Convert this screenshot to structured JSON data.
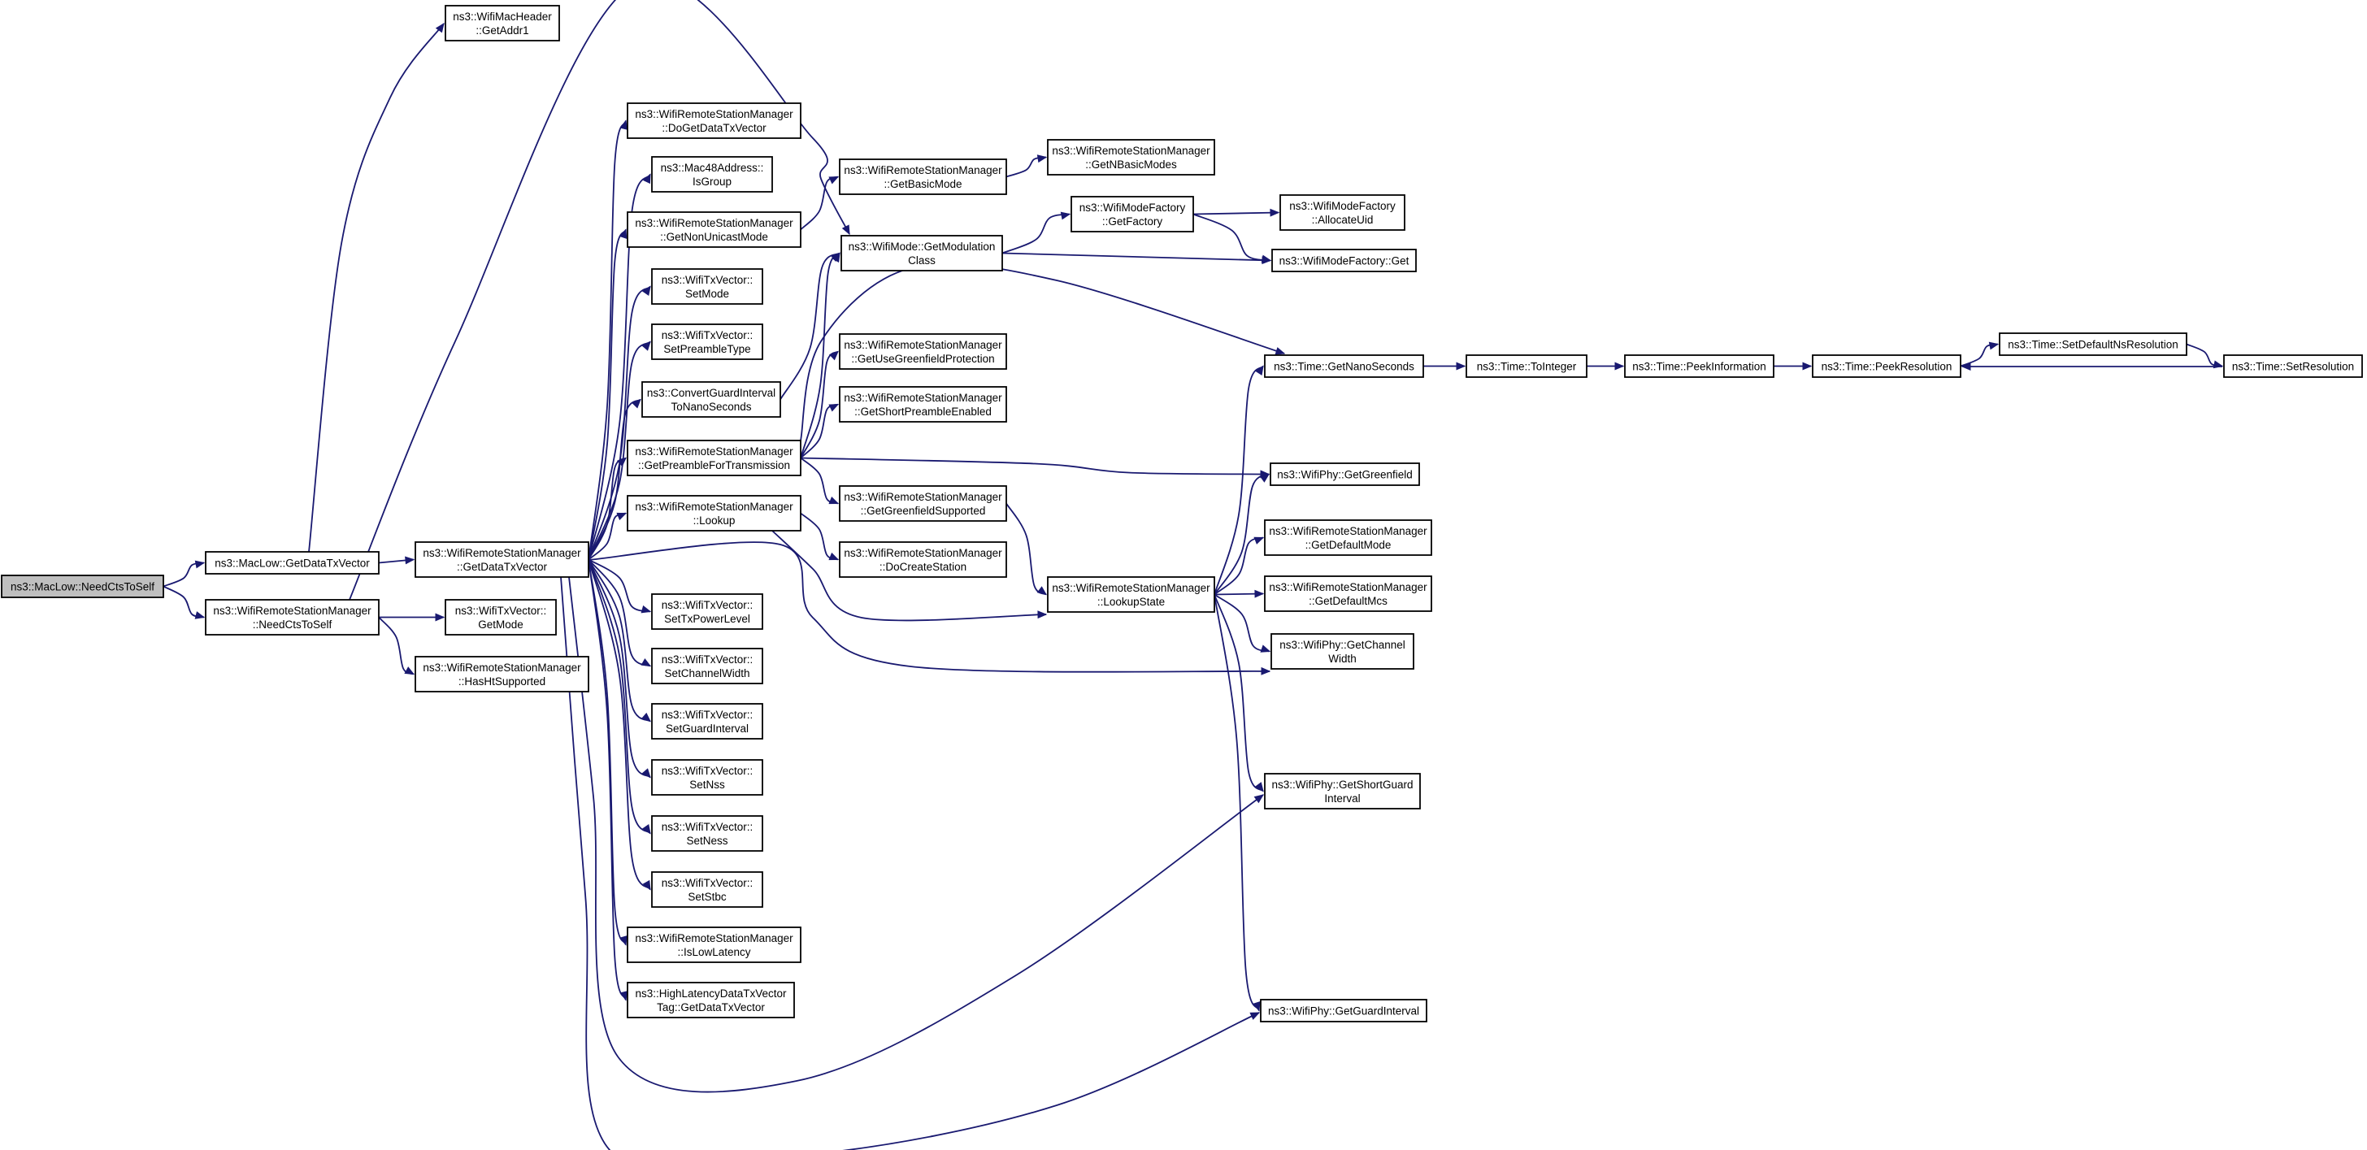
{
  "nodes": [
    {
      "id": "n0",
      "lines": [
        "ns3::MacLow::NeedCtsToSelf"
      ],
      "root": true
    },
    {
      "id": "n1",
      "lines": [
        "ns3::MacLow::GetDataTxVector"
      ]
    },
    {
      "id": "n2",
      "lines": [
        "ns3::WifiRemoteStationManager",
        "::NeedCtsToSelf"
      ]
    },
    {
      "id": "n3",
      "lines": [
        "ns3::WifiMacHeader",
        "::GetAddr1"
      ]
    },
    {
      "id": "n4",
      "lines": [
        "ns3::WifiRemoteStationManager",
        "::GetDataTxVector"
      ]
    },
    {
      "id": "n5",
      "lines": [
        "ns3::WifiTxVector::",
        "GetMode"
      ]
    },
    {
      "id": "n6",
      "lines": [
        "ns3::WifiRemoteStationManager",
        "::HasHtSupported"
      ]
    },
    {
      "id": "n7",
      "lines": [
        "ns3::WifiRemoteStationManager",
        "::DoGetDataTxVector"
      ]
    },
    {
      "id": "n8",
      "lines": [
        "ns3::Mac48Address::",
        "IsGroup"
      ]
    },
    {
      "id": "n9",
      "lines": [
        "ns3::WifiRemoteStationManager",
        "::GetNonUnicastMode"
      ]
    },
    {
      "id": "n10",
      "lines": [
        "ns3::WifiTxVector::",
        "SetMode"
      ]
    },
    {
      "id": "n11",
      "lines": [
        "ns3::WifiTxVector::",
        "SetPreambleType"
      ]
    },
    {
      "id": "n12",
      "lines": [
        "ns3::ConvertGuardInterval",
        "ToNanoSeconds"
      ]
    },
    {
      "id": "n13",
      "lines": [
        "ns3::WifiRemoteStationManager",
        "::GetPreambleForTransmission"
      ]
    },
    {
      "id": "n14",
      "lines": [
        "ns3::WifiRemoteStationManager",
        "::Lookup"
      ]
    },
    {
      "id": "n15",
      "lines": [
        "ns3::WifiTxVector::",
        "SetTxPowerLevel"
      ]
    },
    {
      "id": "n16",
      "lines": [
        "ns3::WifiTxVector::",
        "SetChannelWidth"
      ]
    },
    {
      "id": "n17",
      "lines": [
        "ns3::WifiTxVector::",
        "SetGuardInterval"
      ]
    },
    {
      "id": "n18",
      "lines": [
        "ns3::WifiTxVector::",
        "SetNss"
      ]
    },
    {
      "id": "n19",
      "lines": [
        "ns3::WifiTxVector::",
        "SetNess"
      ]
    },
    {
      "id": "n20",
      "lines": [
        "ns3::WifiTxVector::",
        "SetStbc"
      ]
    },
    {
      "id": "n21",
      "lines": [
        "ns3::WifiRemoteStationManager",
        "::IsLowLatency"
      ]
    },
    {
      "id": "n22",
      "lines": [
        "ns3::HighLatencyDataTxVector",
        "Tag::GetDataTxVector"
      ]
    },
    {
      "id": "n23",
      "lines": [
        "ns3::WifiRemoteStationManager",
        "::GetBasicMode"
      ]
    },
    {
      "id": "n24",
      "lines": [
        "ns3::WifiMode::GetModulation",
        "Class"
      ]
    },
    {
      "id": "n25",
      "lines": [
        "ns3::WifiRemoteStationManager",
        "::GetUseGreenfieldProtection"
      ]
    },
    {
      "id": "n26",
      "lines": [
        "ns3::WifiRemoteStationManager",
        "::GetShortPreambleEnabled"
      ]
    },
    {
      "id": "n27",
      "lines": [
        "ns3::WifiRemoteStationManager",
        "::GetGreenfieldSupported"
      ]
    },
    {
      "id": "n28",
      "lines": [
        "ns3::WifiRemoteStationManager",
        "::DoCreateStation"
      ]
    },
    {
      "id": "n29",
      "lines": [
        "ns3::WifiRemoteStationManager",
        "::GetNBasicModes"
      ]
    },
    {
      "id": "n30",
      "lines": [
        "ns3::WifiModeFactory",
        "::GetFactory"
      ]
    },
    {
      "id": "n31",
      "lines": [
        "ns3::WifiRemoteStationManager",
        "::LookupState"
      ]
    },
    {
      "id": "n32",
      "lines": [
        "ns3::WifiModeFactory",
        "::AllocateUid"
      ]
    },
    {
      "id": "n33",
      "lines": [
        "ns3::WifiModeFactory::Get"
      ]
    },
    {
      "id": "n34",
      "lines": [
        "ns3::Time::GetNanoSeconds"
      ]
    },
    {
      "id": "n35",
      "lines": [
        "ns3::WifiPhy::GetGreenfield"
      ]
    },
    {
      "id": "n36",
      "lines": [
        "ns3::WifiRemoteStationManager",
        "::GetDefaultMode"
      ]
    },
    {
      "id": "n37",
      "lines": [
        "ns3::WifiRemoteStationManager",
        "::GetDefaultMcs"
      ]
    },
    {
      "id": "n38",
      "lines": [
        "ns3::WifiPhy::GetChannel",
        "Width"
      ]
    },
    {
      "id": "n39",
      "lines": [
        "ns3::WifiPhy::GetShortGuard",
        "Interval"
      ]
    },
    {
      "id": "n40",
      "lines": [
        "ns3::WifiPhy::GetGuardInterval"
      ]
    },
    {
      "id": "n41",
      "lines": [
        "ns3::Time::ToInteger"
      ]
    },
    {
      "id": "n42",
      "lines": [
        "ns3::Time::PeekInformation"
      ]
    },
    {
      "id": "n43",
      "lines": [
        "ns3::Time::PeekResolution"
      ]
    },
    {
      "id": "n44",
      "lines": [
        "ns3::Time::SetDefaultNsResolution"
      ]
    },
    {
      "id": "n45",
      "lines": [
        "ns3::Time::SetResolution"
      ]
    }
  ],
  "edges": [
    [
      "n0",
      "n1"
    ],
    [
      "n0",
      "n2"
    ],
    [
      "n1",
      "n3"
    ],
    [
      "n1",
      "n4"
    ],
    [
      "n2",
      "n5"
    ],
    [
      "n2",
      "n6"
    ],
    [
      "n2",
      "n24"
    ],
    [
      "n4",
      "n7"
    ],
    [
      "n4",
      "n8"
    ],
    [
      "n4",
      "n9"
    ],
    [
      "n4",
      "n10"
    ],
    [
      "n4",
      "n11"
    ],
    [
      "n4",
      "n12"
    ],
    [
      "n4",
      "n13"
    ],
    [
      "n4",
      "n14"
    ],
    [
      "n4",
      "n15"
    ],
    [
      "n4",
      "n16"
    ],
    [
      "n4",
      "n17"
    ],
    [
      "n4",
      "n18"
    ],
    [
      "n4",
      "n19"
    ],
    [
      "n4",
      "n20"
    ],
    [
      "n4",
      "n21"
    ],
    [
      "n4",
      "n22"
    ],
    [
      "n4",
      "n38"
    ],
    [
      "n4",
      "n39"
    ],
    [
      "n4",
      "n40"
    ],
    [
      "n9",
      "n23"
    ],
    [
      "n12",
      "n24"
    ],
    [
      "n13",
      "n24"
    ],
    [
      "n13",
      "n25"
    ],
    [
      "n13",
      "n26"
    ],
    [
      "n13",
      "n27"
    ],
    [
      "n13",
      "n35"
    ],
    [
      "n13",
      "n34"
    ],
    [
      "n14",
      "n28"
    ],
    [
      "n14",
      "n31"
    ],
    [
      "n23",
      "n29"
    ],
    [
      "n24",
      "n30"
    ],
    [
      "n24",
      "n33"
    ],
    [
      "n27",
      "n31"
    ],
    [
      "n30",
      "n32"
    ],
    [
      "n30",
      "n33"
    ],
    [
      "n31",
      "n34"
    ],
    [
      "n31",
      "n35"
    ],
    [
      "n31",
      "n36"
    ],
    [
      "n31",
      "n37"
    ],
    [
      "n31",
      "n38"
    ],
    [
      "n31",
      "n39"
    ],
    [
      "n31",
      "n40"
    ],
    [
      "n34",
      "n41"
    ],
    [
      "n41",
      "n42"
    ],
    [
      "n42",
      "n43"
    ],
    [
      "n43",
      "n44"
    ],
    [
      "n44",
      "n45"
    ],
    [
      "n45",
      "n43"
    ]
  ]
}
